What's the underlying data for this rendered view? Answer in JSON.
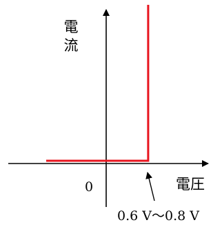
{
  "chart_data": {
    "type": "line",
    "ylabel_chars": [
      "電",
      "流"
    ],
    "xlabel": "電圧",
    "origin_label": "0",
    "annotation": "0.6 V～0.8 V",
    "series": [
      {
        "points": [
          {
            "x": -1.0,
            "y": 0
          },
          {
            "x": 0.7,
            "y": 0
          },
          {
            "x": 0.7,
            "y": 1.0
          }
        ],
        "color": "#e8141e"
      }
    ],
    "axis_color": "#000000",
    "grid": false,
    "legend": "none"
  }
}
